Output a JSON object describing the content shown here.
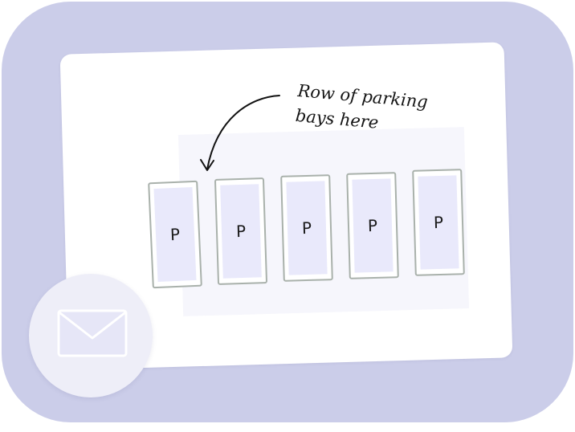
{
  "annotation": {
    "text": "Row of parking\nbays here"
  },
  "bays": [
    {
      "label": "P"
    },
    {
      "label": "P"
    },
    {
      "label": "P"
    },
    {
      "label": "P"
    },
    {
      "label": "P"
    }
  ],
  "icons": {
    "envelope": "envelope-icon",
    "arrow": "curved-arrow-icon"
  },
  "colors": {
    "frame": "#cbcde9",
    "card": "#ffffff",
    "bay_border": "#a9b1ab",
    "bay_fill": "#e9e9fb"
  }
}
